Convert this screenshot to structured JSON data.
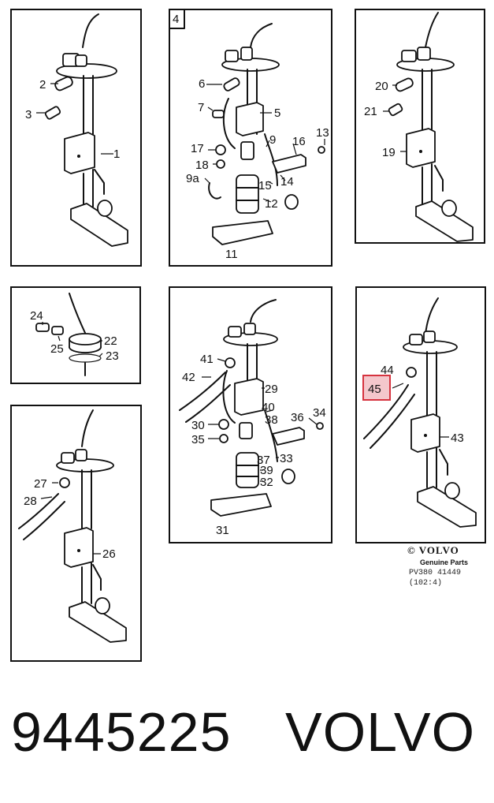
{
  "panels": {
    "panel1": {
      "labels": [
        "2",
        "3",
        "1"
      ]
    },
    "panel2": {
      "section_number": "4",
      "labels": [
        "6",
        "5",
        "7",
        "9",
        "13",
        "16",
        "17",
        "18",
        "9a",
        "15",
        "14",
        "12",
        "11"
      ]
    },
    "panel3": {
      "labels": [
        "20",
        "21",
        "19"
      ]
    },
    "panel4": {
      "labels": [
        "24",
        "22",
        "25",
        "23"
      ]
    },
    "panel5": {
      "labels": [
        "41",
        "42",
        "29",
        "40",
        "38",
        "36",
        "34",
        "30",
        "35",
        "37",
        "33",
        "39",
        "32",
        "31"
      ]
    },
    "panel6": {
      "labels": [
        "44",
        "45",
        "43"
      ],
      "highlighted_label": "45"
    },
    "panel7": {
      "labels": [
        "27",
        "28",
        "26"
      ]
    }
  },
  "copyright": {
    "logo_text": "© VOLVO",
    "genuine_parts": "Genuine Parts",
    "reference_code": "PV380 41449",
    "reference_sub": "(102:4)"
  },
  "title": {
    "part_number": "9445225",
    "brand": "VOLVO"
  },
  "colors": {
    "ink": "#111111",
    "highlight_fill": "#f4c7cc",
    "highlight_stroke": "#d6333f",
    "background": "#ffffff"
  }
}
